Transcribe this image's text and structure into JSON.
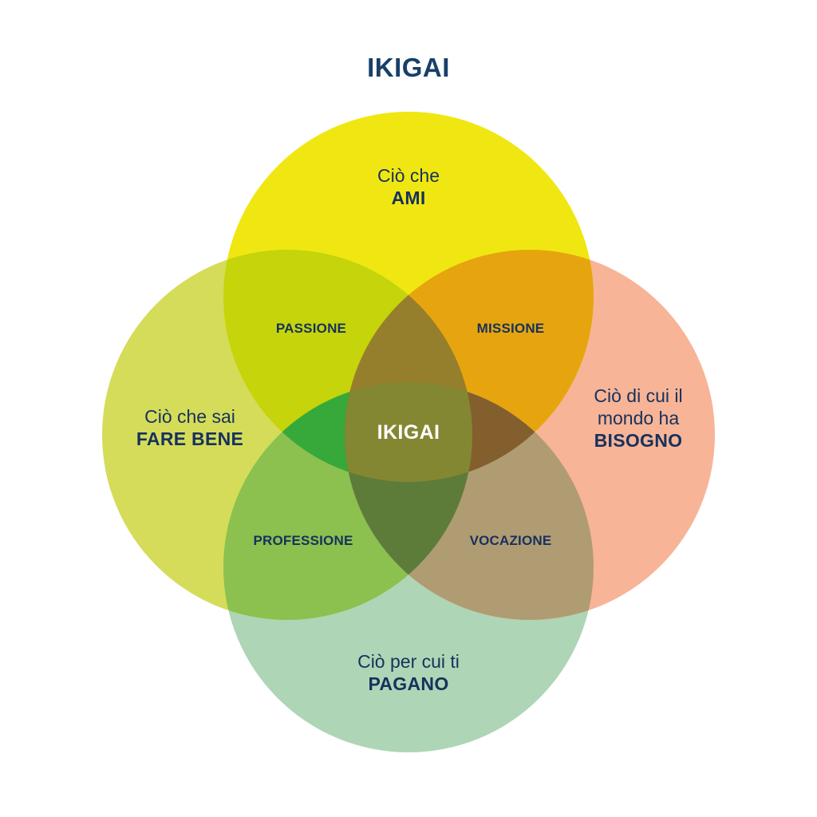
{
  "title": "IKIGAI",
  "circles": {
    "top": {
      "light": "Ciò che",
      "bold": "AMI",
      "color": "#f0e712"
    },
    "left": {
      "light": "Ciò che sai",
      "bold": "FARE BENE",
      "color": "#d4dc5a"
    },
    "right": {
      "light_1": "Ciò di cui il",
      "light_2": "mondo ha",
      "bold": "BISOGNO",
      "color": "#f7b497"
    },
    "bottom": {
      "light": "Ciò per cui ti",
      "bold": "PAGANO",
      "color": "#aed5b5"
    }
  },
  "zones": {
    "passione": "PASSIONE",
    "missione": "MISSIONE",
    "professione": "PROFESSIONE",
    "vocazione": "VOCAZIONE"
  },
  "center": "IKIGAI",
  "colors": {
    "text": "#17315c",
    "overlap_passione": "#c5d40b",
    "overlap_missione": "#e6a50f",
    "overlap_professione": "#8cc04f",
    "overlap_vocazione": "#b09c72",
    "overlap_left_bottom_top": "#36a93a",
    "overlap_top_right_left": "#967f2c",
    "overlap_right_bottom_top": "#835f2d",
    "overlap_left_bottom_right": "#5d7c3a",
    "center_fill": "#848732"
  }
}
